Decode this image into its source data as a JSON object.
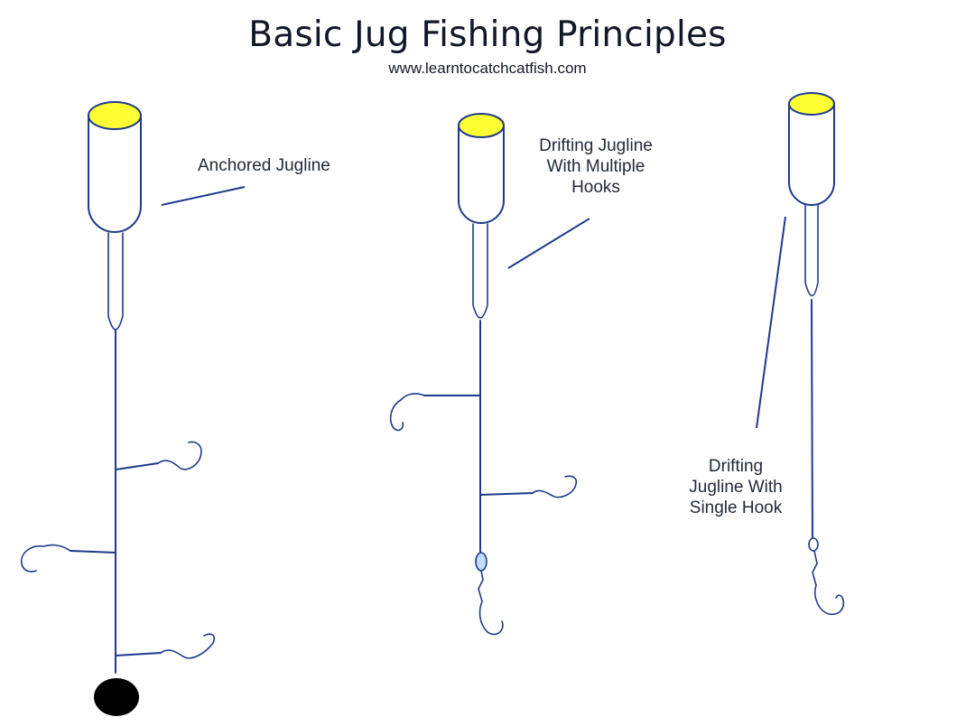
{
  "title": "Basic Jug Fishing Principles",
  "website": "www.learntocatchcatfish.com",
  "labels": {
    "anchored": "Anchored Jugline",
    "drifting_multiple": [
      "Drifting Jugline",
      "With Multiple",
      "Hooks"
    ],
    "drifting_single": [
      "Drifting",
      "Jugline With",
      "Single Hook"
    ]
  },
  "colors": {
    "jug_fill": "#ffff33",
    "jug_stroke": "#1e3a8a",
    "line": "#1e3a8a",
    "sinker": "#000000",
    "swivel": "#bfdbfe",
    "text": "#1f2937"
  }
}
